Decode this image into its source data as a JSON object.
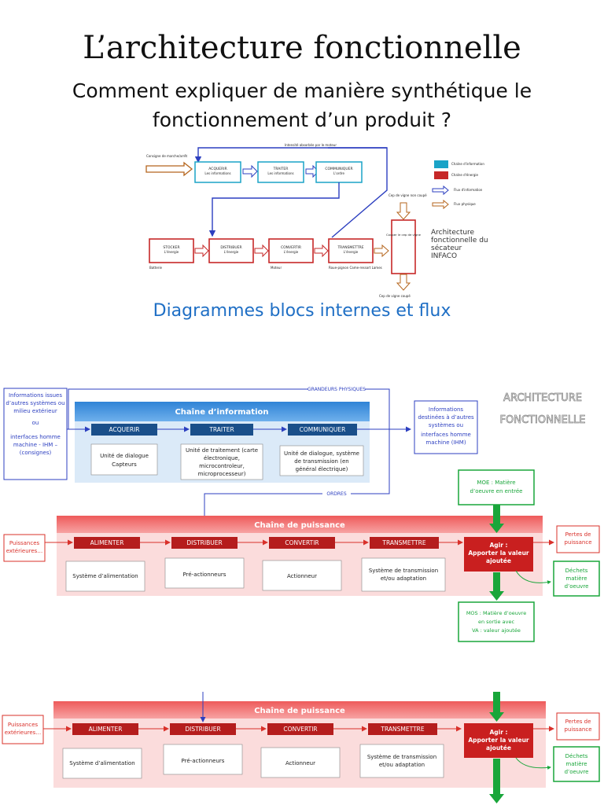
{
  "header": {
    "title": "L’architecture fonctionnelle",
    "subtitle_line1": "Comment expliquer de manière synthétique le",
    "subtitle_line2": "fonctionnement d’un produit ?"
  },
  "fig1": {
    "caption": "Diagrammes blocs internes et flux",
    "top_label": "Intensité absorbée par le moteur",
    "input": "Consigne de marche/arrêt",
    "acquerir": "ACQUERIR",
    "acquerir_sub": "Les informations",
    "traiter": "TRAITER",
    "traiter_sub": "Les informations",
    "communiquer": "COMMUNIQUER",
    "communiquer_sub": "L'ordre",
    "stocker": "STOCKER",
    "stocker_sub": "L'énergie",
    "distribuer": "DISTRIBUER",
    "distribuer_sub": "L'énergie",
    "convertir": "CONVERTIR",
    "convertir_sub": "L'énergie",
    "transmettre": "TRANSMETTRE",
    "transmettre_sub": "L'énergie",
    "couper": "Couper le cep de vigne",
    "cep_non_coupe": "Cep de vigne non coupé",
    "cep_coupe": "Cep de vigne coupé",
    "batterie": "Batterie",
    "moteur": "Moteur",
    "pignon": "Roue-pignon Came-ressort Lames",
    "legend_info": "Chaîne d'information",
    "legend_energie": "Chaîne d'énergie",
    "legend_flux_info": "Flux d'information",
    "legend_flux_phys": "Flux physique",
    "archi_line1": "Architecture",
    "archi_line2": "fonctionnelle du",
    "archi_line3": "sécateur",
    "archi_line4": "INFACO"
  },
  "fig2": {
    "title_line1": "ARCHITECTURE",
    "title_line2": "FONCTIONNELLE",
    "chain_info": "Chaîne d’information",
    "acquerir": "ACQUERIR",
    "traiter": "TRAITER",
    "communiquer": "COMMUNIQUER",
    "acq_desc_1": "Unité de dialogue",
    "acq_desc_2": "Capteurs",
    "trait_desc_1": "Unité de traitement (carte",
    "trait_desc_2": "électronique,",
    "trait_desc_3": "microcontroleur,",
    "trait_desc_4": "microprocesseur)",
    "comm_desc_1": "Unité de dialogue, système",
    "comm_desc_2": "de transmission (en",
    "comm_desc_3": "général électrique)",
    "grandeurs": "GRANDEURS PHYSIQUES",
    "ordres": "ORDRES",
    "in_info_1": "Informations issues",
    "in_info_2": "d’autres systèmes ou",
    "in_info_3": "milieu extérieur",
    "in_info_4": "ou",
    "in_info_5": "interfaces homme",
    "in_info_6": "machine - IHM –",
    "in_info_7": "(consignes)",
    "out_info_1": "Informations",
    "out_info_2": "destinées à d’autres",
    "out_info_3": "systèmes ou",
    "out_info_4": "interfaces homme",
    "out_info_5": "machine (IHM)",
    "chain_puissance": "Chaîne de puissance",
    "alimenter": "ALIMENTER",
    "distribuer": "DISTRIBUER",
    "convertir": "CONVERTIR",
    "transmettre": "TRANSMETTRE",
    "alim_desc": "Système d’alimentation",
    "dist_desc": "Pré-actionneurs",
    "conv_desc": "Actionneur",
    "trans_desc_1": "Système de transmission",
    "trans_desc_2": "et/ou adaptation",
    "agir_1": "Agir :",
    "agir_2": "Apporter la valeur",
    "agir_3": "ajoutée",
    "puissances_1": "Puissances",
    "puissances_2": "extérieures…",
    "pertes_1": "Pertes de",
    "pertes_2": "puissance",
    "dechets_1": "Déchets",
    "dechets_2": "matière",
    "dechets_3": "d’oeuvre",
    "moe_1": "MOE : Matière",
    "moe_2": "d’oeuvre en entrée",
    "mos_1": "MOS : Matière d’oeuvre",
    "mos_2": "en sortie avec",
    "mos_3": "VA : valeur ajoutée"
  },
  "fig3": {
    "chain_puissance": "Chaîne de puissance",
    "alimenter": "ALIMENTER",
    "distribuer": "DISTRIBUER",
    "convertir": "CONVERTIR",
    "transmettre": "TRANSMETTRE",
    "alim_desc": "Système d’alimentation",
    "dist_desc": "Pré-actionneurs",
    "conv_desc": "Actionneur",
    "trans_desc_1": "Système de transmission",
    "trans_desc_2": "et/ou adaptation",
    "agir_1": "Agir :",
    "agir_2": "Apporter la valeur",
    "agir_3": "ajoutée",
    "puissances_1": "Puissances",
    "puissances_2": "extérieures…",
    "pertes_1": "Pertes de",
    "pertes_2": "puissance",
    "dechets_1": "Déchets",
    "dechets_2": "matière",
    "dechets_3": "d’oeuvre"
  },
  "colors": {
    "info_blue": "#1f6fc5",
    "block_blue": "#2f83d6",
    "power_red": "#c62828",
    "band_red": "#f08080",
    "green": "#19a63a"
  }
}
